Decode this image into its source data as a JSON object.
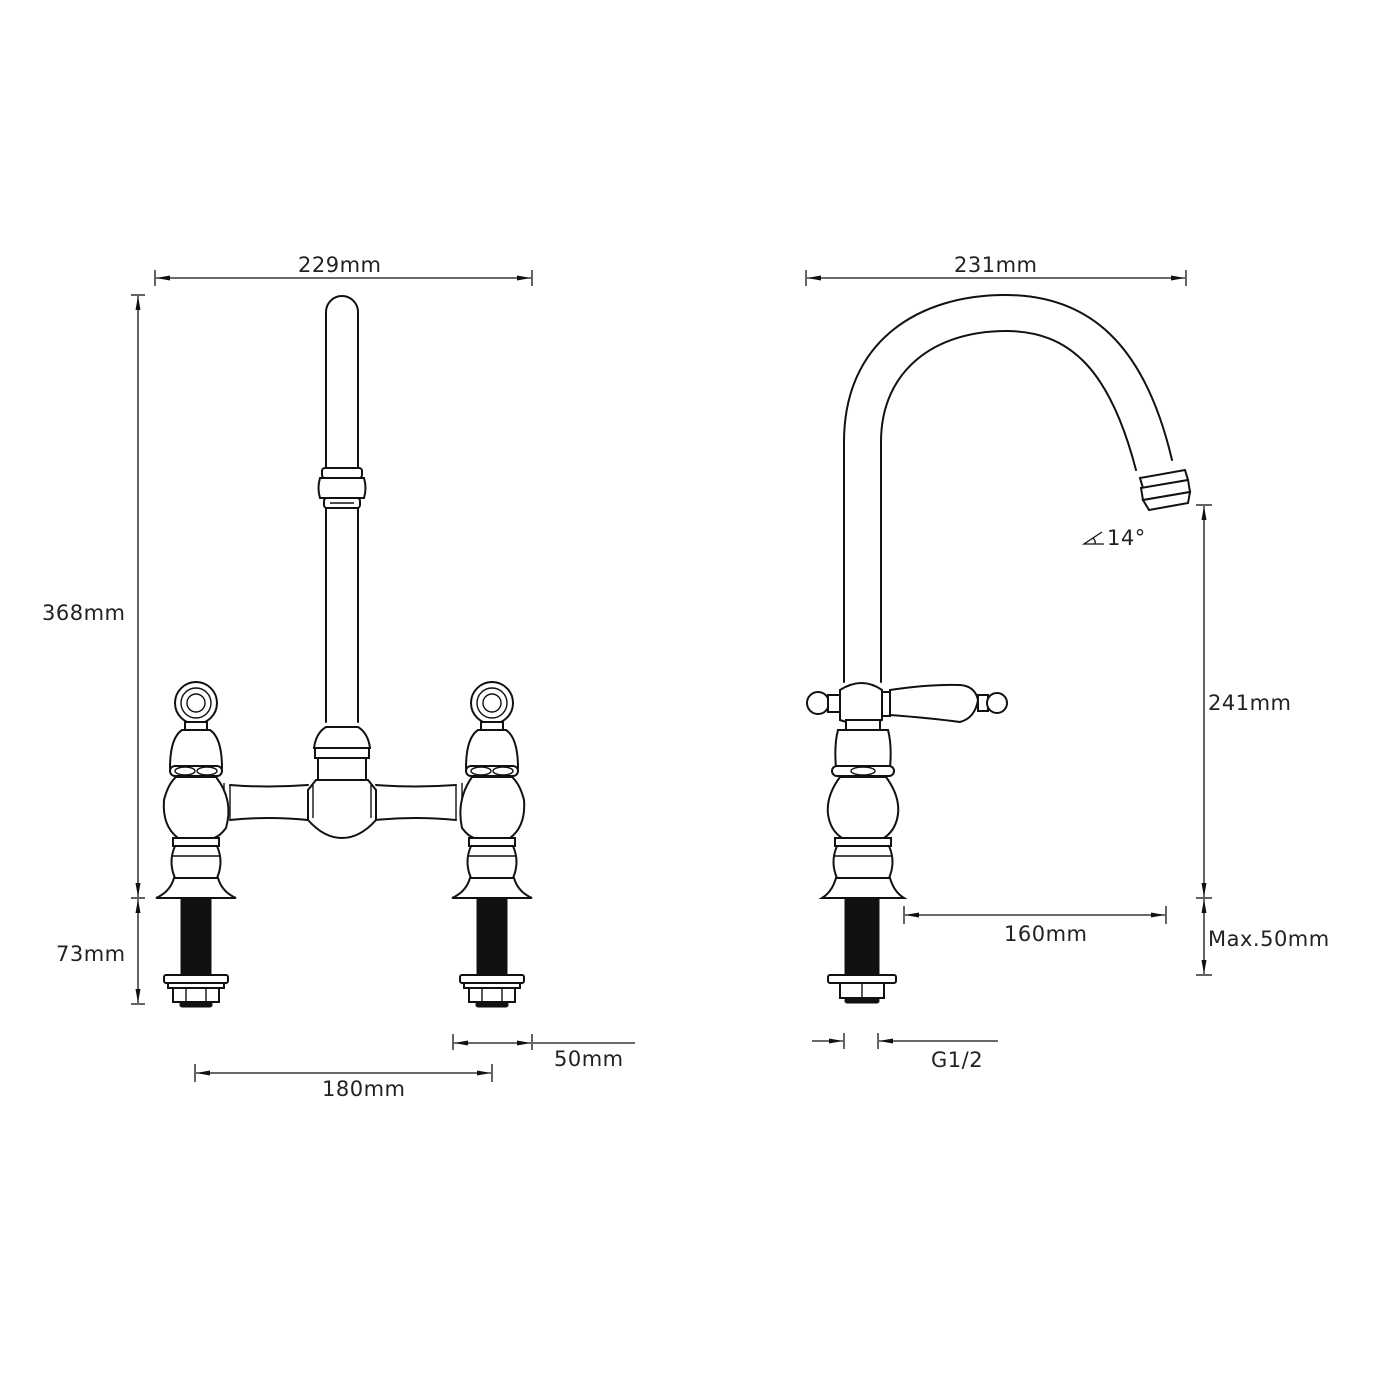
{
  "drawing": {
    "title": "Bridge kitchen mixer tap dimension drawing",
    "front_view": {
      "width_label": "229mm",
      "height_label": "368mm",
      "shank_label": "73mm",
      "centres_label": "180mm",
      "deck_thickness_label": "50mm"
    },
    "side_view": {
      "width_label": "231mm",
      "spout_angle_label": "14°",
      "spout_height_label": "241mm",
      "reach_label": "160mm",
      "max_deck_label": "Max.50mm",
      "thread_label": "G1/2"
    },
    "colors": {
      "line": "#111111",
      "background": "#ffffff",
      "text": "#222222"
    }
  }
}
